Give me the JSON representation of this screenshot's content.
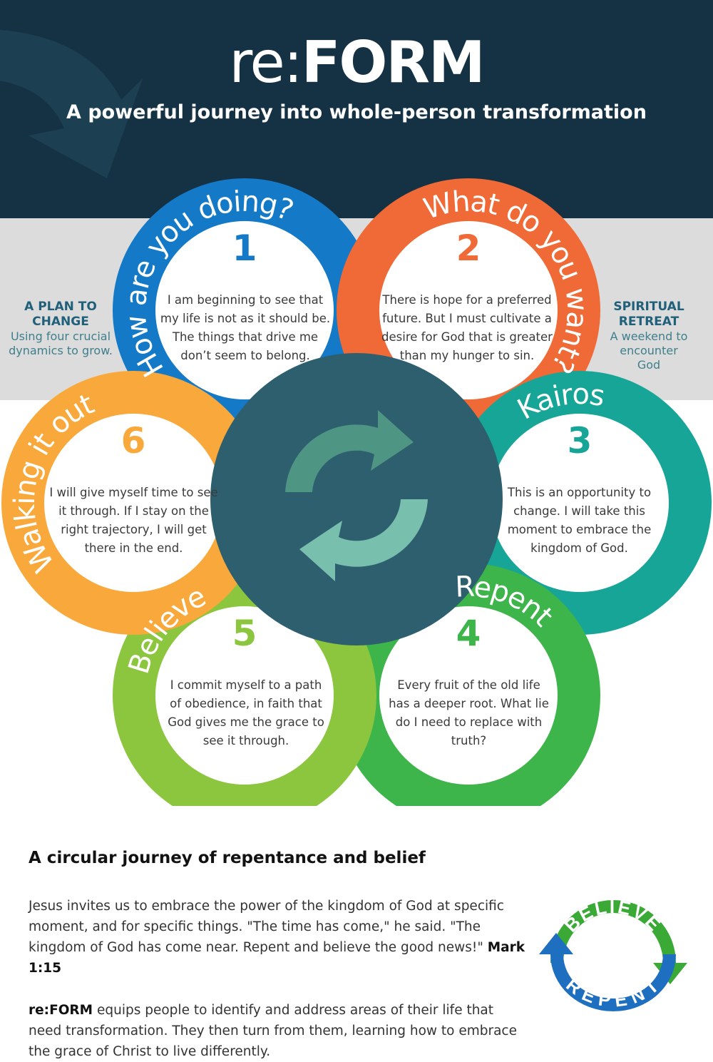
{
  "header": {
    "logo_prefix": "re:",
    "logo_brand": "FORM",
    "subtitle": "A powerful journey into whole-person transformation"
  },
  "left_note": {
    "heading": "A PLAN TO CHANGE",
    "text": "Using four crucial dynamics to grow."
  },
  "right_note": {
    "heading": "SPIRITUAL RETREAT",
    "text": "A weekend to encounter God"
  },
  "steps": [
    {
      "number": "1",
      "title": "How are you doing?",
      "text": "I am beginning to see that my life is not as it should be. The things that drive me don’t seem to belong.",
      "color": "#1479c6"
    },
    {
      "number": "2",
      "title": "What do you want?",
      "text": "There is hope for a preferred future. But I must cultivate a desire for God that is greater than my hunger to sin.",
      "color": "#ef6a36"
    },
    {
      "number": "3",
      "title": "Kairos",
      "text": "This is an opportunity to change. I will take this moment to embrace the kingdom of God.",
      "color": "#17a598"
    },
    {
      "number": "4",
      "title": "Repent",
      "text": "Every fruit of the old life has a deeper root. What lie do I need to replace with truth?",
      "color": "#3db54a"
    },
    {
      "number": "5",
      "title": "Believe",
      "text": "I commit myself to a path of obedience, in faith that God gives me the grace to see it through.",
      "color": "#8cc63f"
    },
    {
      "number": "6",
      "title": "Walking it out",
      "text": "I will give myself time to see it through. If I stay on the right trajectory, I will get there in the end.",
      "color": "#f9a93b"
    }
  ],
  "center_color": "#2d5f6e",
  "bottom": {
    "title": "A circular journey of repentance and belief",
    "para1": "Jesus invites us to embrace the power of the kingdom of God at specific moment, and for specific things.  \"The time has come,\" he said. \"The kingdom of God has come near. Repent and believe the good news!\"",
    "para1_ref": "Mark 1:15",
    "para2_brand": "re:FORM",
    "para2": "equips people to identify and address areas of their life that need transformation. They then turn from them, learning how to embrace the grace of Christ to live differently."
  },
  "badge": {
    "top_word": "BELIEVE",
    "bottom_word": "REPENT"
  }
}
